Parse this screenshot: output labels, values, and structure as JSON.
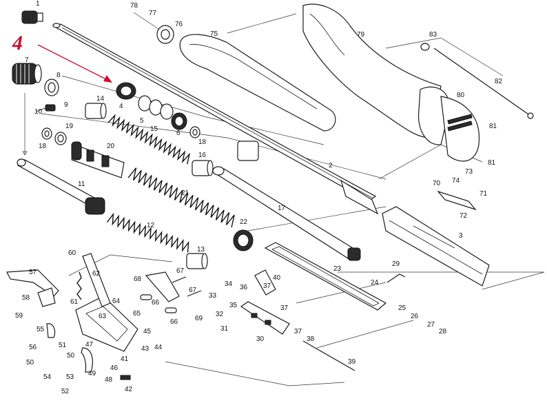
{
  "diagram": {
    "accent_color": "#c8102e",
    "callout": {
      "label": "4"
    },
    "part_labels": [
      "1",
      "2",
      "3",
      "4",
      "5",
      "6",
      "7",
      "8",
      "9",
      "10",
      "11",
      "12",
      "13",
      "14",
      "15",
      "16",
      "17",
      "18",
      "18",
      "19",
      "20",
      "21",
      "22",
      "23",
      "24",
      "25",
      "26",
      "27",
      "28",
      "29",
      "30",
      "31",
      "32",
      "33",
      "34",
      "35",
      "36",
      "37",
      "37",
      "37",
      "38",
      "39",
      "40",
      "41",
      "42",
      "43",
      "44",
      "45",
      "46",
      "47",
      "48",
      "49",
      "50",
      "50",
      "51",
      "52",
      "53",
      "54",
      "55",
      "56",
      "57",
      "58",
      "59",
      "60",
      "61",
      "62",
      "63",
      "64",
      "65",
      "66",
      "66",
      "67",
      "67",
      "68",
      "69",
      "70",
      "71",
      "72",
      "73",
      "74",
      "76",
      "77",
      "78",
      "79",
      "80",
      "81",
      "81",
      "82",
      "83",
      "75"
    ]
  }
}
